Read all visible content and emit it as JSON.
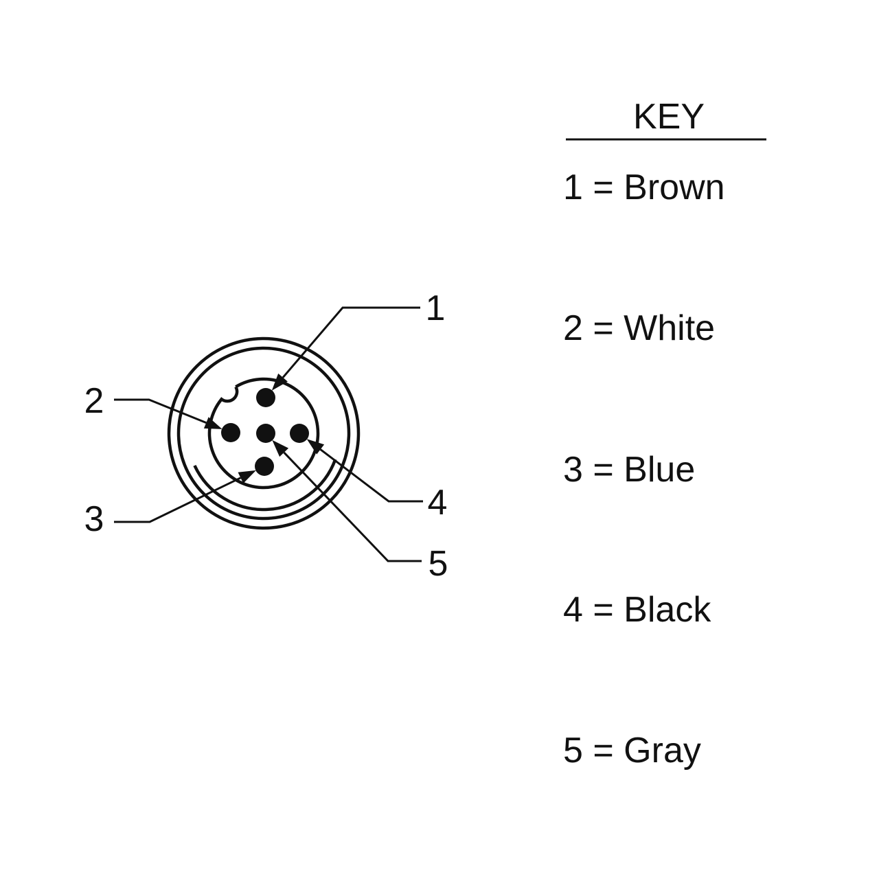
{
  "background": "#ffffff",
  "line_color": "#111111",
  "connector": {
    "pin_labels": [
      "1",
      "2",
      "3",
      "4",
      "5"
    ],
    "pin_count": 5
  },
  "key": {
    "title": "KEY",
    "entries": [
      {
        "pin": "1",
        "color": "Brown",
        "text": "1 = Brown"
      },
      {
        "pin": "2",
        "color": "White",
        "text": "2 = White"
      },
      {
        "pin": "3",
        "color": "Blue",
        "text": "3 = Blue"
      },
      {
        "pin": "4",
        "color": "Black",
        "text": "4 = Black"
      },
      {
        "pin": "5",
        "color": "Gray",
        "text": "5 = Gray"
      }
    ]
  }
}
